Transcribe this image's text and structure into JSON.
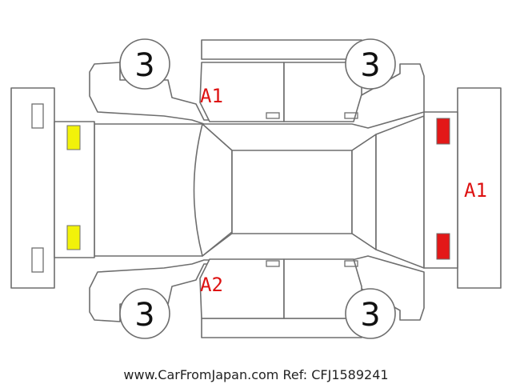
{
  "tire_condition": {
    "front_left": "3",
    "front_right": "3",
    "rear_left": "3",
    "rear_right": "3"
  },
  "damage_codes": {
    "left_front_door": "A1",
    "left_rear_door": "A2",
    "rear_panel": "A1",
    "color": "#dd1111"
  },
  "bumper_marks": {
    "front_color": "#f2f20a",
    "rear_color": "#e31818"
  },
  "footer": {
    "text": "www.CarFromJapan.com Ref: CFJ1589241"
  }
}
